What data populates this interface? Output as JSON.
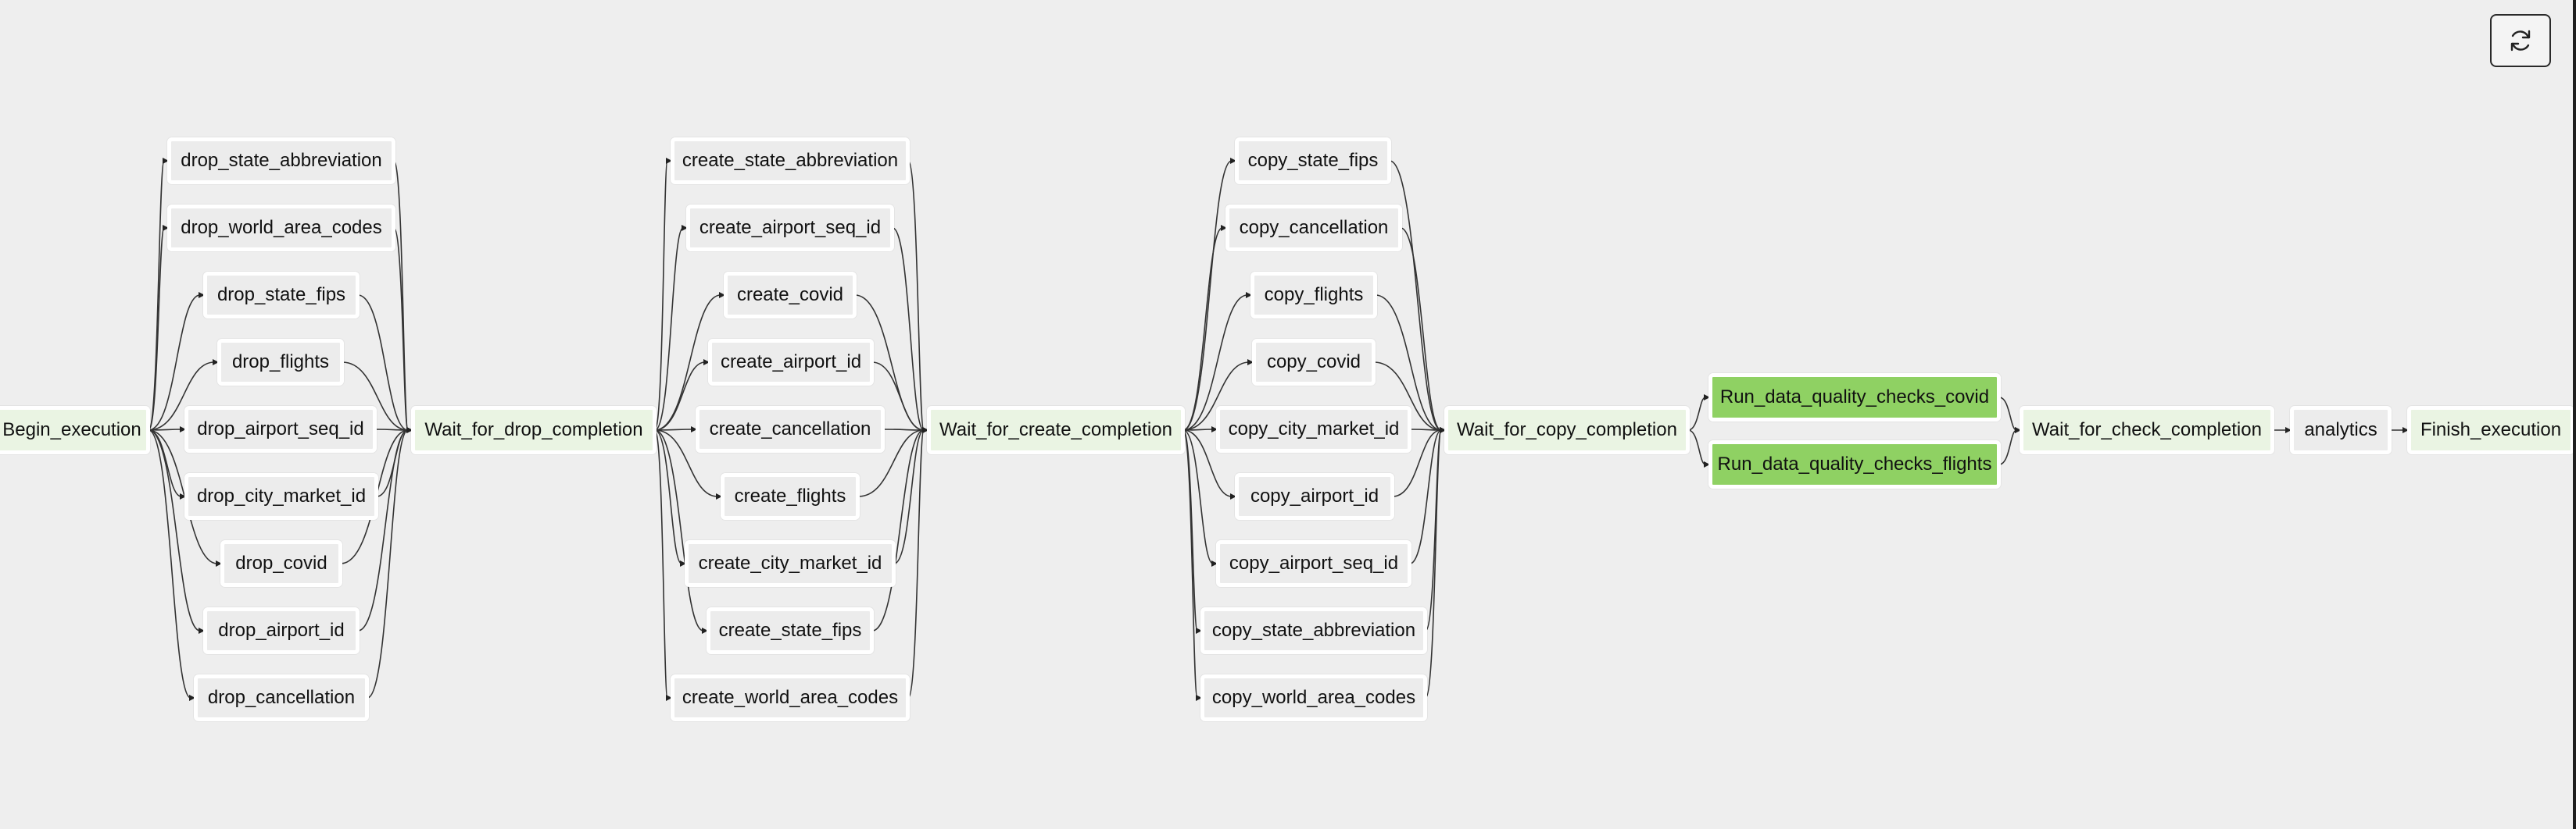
{
  "graph": {
    "nodes": [
      {
        "id": "Begin_execution",
        "label": "Begin_execution",
        "state": "control"
      },
      {
        "id": "drop_state_abbreviation",
        "label": "drop_state_abbreviation",
        "state": "default"
      },
      {
        "id": "drop_world_area_codes",
        "label": "drop_world_area_codes",
        "state": "default"
      },
      {
        "id": "drop_state_fips",
        "label": "drop_state_fips",
        "state": "default"
      },
      {
        "id": "drop_flights",
        "label": "drop_flights",
        "state": "default"
      },
      {
        "id": "drop_airport_seq_id",
        "label": "drop_airport_seq_id",
        "state": "default"
      },
      {
        "id": "drop_city_market_id",
        "label": "drop_city_market_id",
        "state": "default"
      },
      {
        "id": "drop_covid",
        "label": "drop_covid",
        "state": "default"
      },
      {
        "id": "drop_airport_id",
        "label": "drop_airport_id",
        "state": "default"
      },
      {
        "id": "drop_cancellation",
        "label": "drop_cancellation",
        "state": "default"
      },
      {
        "id": "Wait_for_drop_completion",
        "label": "Wait_for_drop_completion",
        "state": "control"
      },
      {
        "id": "create_state_abbreviation",
        "label": "create_state_abbreviation",
        "state": "default"
      },
      {
        "id": "create_airport_seq_id",
        "label": "create_airport_seq_id",
        "state": "default"
      },
      {
        "id": "create_covid",
        "label": "create_covid",
        "state": "default"
      },
      {
        "id": "create_airport_id",
        "label": "create_airport_id",
        "state": "default"
      },
      {
        "id": "create_cancellation",
        "label": "create_cancellation",
        "state": "default"
      },
      {
        "id": "create_flights",
        "label": "create_flights",
        "state": "default"
      },
      {
        "id": "create_city_market_id",
        "label": "create_city_market_id",
        "state": "default"
      },
      {
        "id": "create_state_fips",
        "label": "create_state_fips",
        "state": "default"
      },
      {
        "id": "create_world_area_codes",
        "label": "create_world_area_codes",
        "state": "default"
      },
      {
        "id": "Wait_for_create_completion",
        "label": "Wait_for_create_completion",
        "state": "control"
      },
      {
        "id": "copy_state_fips",
        "label": "copy_state_fips",
        "state": "default"
      },
      {
        "id": "copy_cancellation",
        "label": "copy_cancellation",
        "state": "default"
      },
      {
        "id": "copy_flights",
        "label": "copy_flights",
        "state": "default"
      },
      {
        "id": "copy_covid",
        "label": "copy_covid",
        "state": "default"
      },
      {
        "id": "copy_city_market_id",
        "label": "copy_city_market_id",
        "state": "default"
      },
      {
        "id": "copy_airport_id",
        "label": "copy_airport_id",
        "state": "default"
      },
      {
        "id": "copy_airport_seq_id",
        "label": "copy_airport_seq_id",
        "state": "default"
      },
      {
        "id": "copy_state_abbreviation",
        "label": "copy_state_abbreviation",
        "state": "default"
      },
      {
        "id": "copy_world_area_codes",
        "label": "copy_world_area_codes",
        "state": "default"
      },
      {
        "id": "Wait_for_copy_completion",
        "label": "Wait_for_copy_completion",
        "state": "control"
      },
      {
        "id": "Run_data_quality_checks_covid",
        "label": "Run_data_quality_checks_covid",
        "state": "success"
      },
      {
        "id": "Run_data_quality_checks_flights",
        "label": "Run_data_quality_checks_flights",
        "state": "success"
      },
      {
        "id": "Wait_for_check_completion",
        "label": "Wait_for_check_completion",
        "state": "control"
      },
      {
        "id": "analytics",
        "label": "analytics",
        "state": "default"
      },
      {
        "id": "Finish_execution",
        "label": "Finish_execution",
        "state": "control"
      }
    ],
    "edges": [
      [
        "Begin_execution",
        "drop_state_abbreviation"
      ],
      [
        "Begin_execution",
        "drop_world_area_codes"
      ],
      [
        "Begin_execution",
        "drop_state_fips"
      ],
      [
        "Begin_execution",
        "drop_flights"
      ],
      [
        "Begin_execution",
        "drop_airport_seq_id"
      ],
      [
        "Begin_execution",
        "drop_city_market_id"
      ],
      [
        "Begin_execution",
        "drop_covid"
      ],
      [
        "Begin_execution",
        "drop_airport_id"
      ],
      [
        "Begin_execution",
        "drop_cancellation"
      ],
      [
        "drop_state_abbreviation",
        "Wait_for_drop_completion"
      ],
      [
        "drop_world_area_codes",
        "Wait_for_drop_completion"
      ],
      [
        "drop_state_fips",
        "Wait_for_drop_completion"
      ],
      [
        "drop_flights",
        "Wait_for_drop_completion"
      ],
      [
        "drop_airport_seq_id",
        "Wait_for_drop_completion"
      ],
      [
        "drop_city_market_id",
        "Wait_for_drop_completion"
      ],
      [
        "drop_covid",
        "Wait_for_drop_completion"
      ],
      [
        "drop_airport_id",
        "Wait_for_drop_completion"
      ],
      [
        "drop_cancellation",
        "Wait_for_drop_completion"
      ],
      [
        "Wait_for_drop_completion",
        "create_state_abbreviation"
      ],
      [
        "Wait_for_drop_completion",
        "create_airport_seq_id"
      ],
      [
        "Wait_for_drop_completion",
        "create_covid"
      ],
      [
        "Wait_for_drop_completion",
        "create_airport_id"
      ],
      [
        "Wait_for_drop_completion",
        "create_cancellation"
      ],
      [
        "Wait_for_drop_completion",
        "create_flights"
      ],
      [
        "Wait_for_drop_completion",
        "create_city_market_id"
      ],
      [
        "Wait_for_drop_completion",
        "create_state_fips"
      ],
      [
        "Wait_for_drop_completion",
        "create_world_area_codes"
      ],
      [
        "create_state_abbreviation",
        "Wait_for_create_completion"
      ],
      [
        "create_airport_seq_id",
        "Wait_for_create_completion"
      ],
      [
        "create_covid",
        "Wait_for_create_completion"
      ],
      [
        "create_airport_id",
        "Wait_for_create_completion"
      ],
      [
        "create_cancellation",
        "Wait_for_create_completion"
      ],
      [
        "create_flights",
        "Wait_for_create_completion"
      ],
      [
        "create_city_market_id",
        "Wait_for_create_completion"
      ],
      [
        "create_state_fips",
        "Wait_for_create_completion"
      ],
      [
        "create_world_area_codes",
        "Wait_for_create_completion"
      ],
      [
        "Wait_for_create_completion",
        "copy_state_fips"
      ],
      [
        "Wait_for_create_completion",
        "copy_cancellation"
      ],
      [
        "Wait_for_create_completion",
        "copy_flights"
      ],
      [
        "Wait_for_create_completion",
        "copy_covid"
      ],
      [
        "Wait_for_create_completion",
        "copy_city_market_id"
      ],
      [
        "Wait_for_create_completion",
        "copy_airport_id"
      ],
      [
        "Wait_for_create_completion",
        "copy_airport_seq_id"
      ],
      [
        "Wait_for_create_completion",
        "copy_state_abbreviation"
      ],
      [
        "Wait_for_create_completion",
        "copy_world_area_codes"
      ],
      [
        "copy_state_fips",
        "Wait_for_copy_completion"
      ],
      [
        "copy_cancellation",
        "Wait_for_copy_completion"
      ],
      [
        "copy_flights",
        "Wait_for_copy_completion"
      ],
      [
        "copy_covid",
        "Wait_for_copy_completion"
      ],
      [
        "copy_city_market_id",
        "Wait_for_copy_completion"
      ],
      [
        "copy_airport_id",
        "Wait_for_copy_completion"
      ],
      [
        "copy_airport_seq_id",
        "Wait_for_copy_completion"
      ],
      [
        "copy_state_abbreviation",
        "Wait_for_copy_completion"
      ],
      [
        "copy_world_area_codes",
        "Wait_for_copy_completion"
      ],
      [
        "Wait_for_copy_completion",
        "Run_data_quality_checks_covid"
      ],
      [
        "Wait_for_copy_completion",
        "Run_data_quality_checks_flights"
      ],
      [
        "Run_data_quality_checks_covid",
        "Wait_for_check_completion"
      ],
      [
        "Run_data_quality_checks_flights",
        "Wait_for_check_completion"
      ],
      [
        "Wait_for_check_completion",
        "analytics"
      ],
      [
        "analytics",
        "Finish_execution"
      ]
    ]
  },
  "colors": {
    "control": "#eaf4e3",
    "default": "#ececec",
    "success": "#8fd163",
    "edge": "#333333"
  },
  "toolbar": {
    "refresh_icon": "refresh-icon"
  }
}
